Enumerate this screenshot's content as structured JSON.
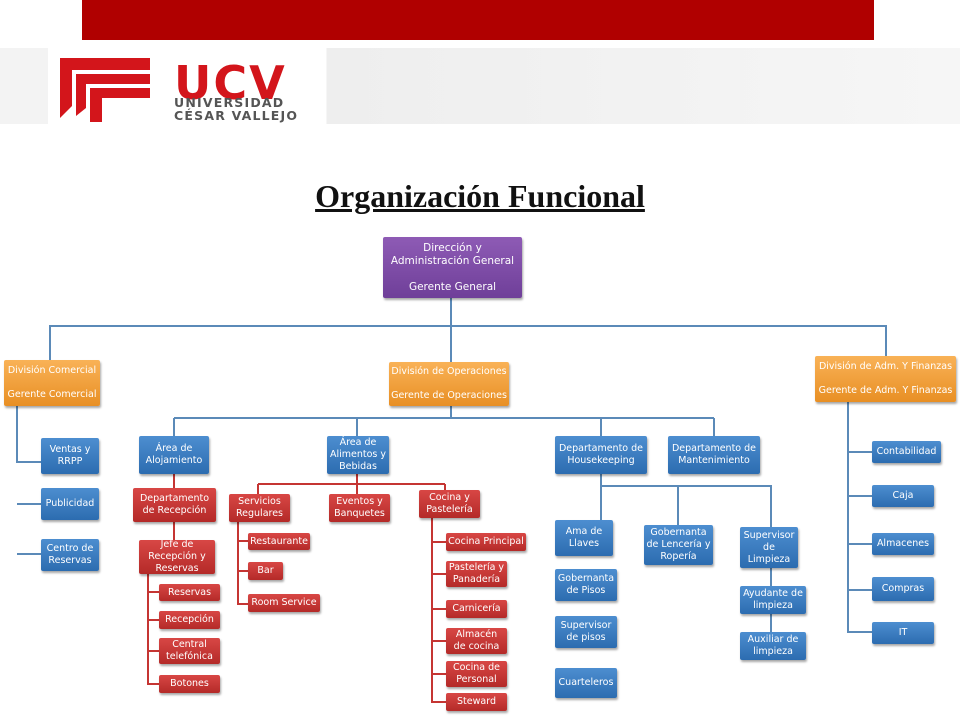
{
  "header": {
    "logo_ucv": "UCV",
    "logo_universidad": "UNIVERSIDAD",
    "logo_cesar_vallejo": "CÉSAR VALLEJO",
    "title": "Organización Funcional"
  },
  "colors": {
    "banner": "#b00000",
    "logo_red": "#d3151b",
    "purple": "#7a4aa6",
    "orange": "#f29f3c",
    "blue": "#3a7cc0",
    "red": "#c53533",
    "connector": "#5b8ab8"
  },
  "org": {
    "direccion": "Dirección y\nAdministración General\n\nGerente General",
    "div_comercial": "División Comercial\n\nGerente Comercial",
    "div_operaciones": "División de Operaciones\n\nGerente de Operaciones",
    "div_finanzas": "División de Adm. Y Finanzas\n\nGerente de Adm. Y Finanzas",
    "ventas": "Ventas y\nRRPP",
    "publicidad": "Publicidad",
    "centro_reservas": "Centro de\nReservas",
    "area_alojamiento": "Área de\nAlojamiento",
    "area_alimentos": "Área de\nAlimentos y\nBebidas",
    "dep_housekeeping": "Departamento de\nHousekeeping",
    "dep_mantenimiento": "Departamento de\nMantenimiento",
    "dep_recepcion": "Departamento\nde Recepción",
    "jefe_recepcion": "Jefe de\nRecepción y\nReservas",
    "reservas": "Reservas",
    "recepcion": "Recepción",
    "central": "Central\ntelefónica",
    "botones": "Botones",
    "servicios_regulares": "Servicios\nRegulares",
    "restaurante": "Restaurante",
    "bar": "Bar",
    "room_service": "Room Service",
    "eventos": "Eventos y\nBanquetes",
    "cocina": "Cocina y\nPastelería",
    "cocina_principal": "Cocina Principal",
    "pasteleria": "Pastelería y\nPanadería",
    "carniceria": "Carnicería",
    "almacen_cocina": "Almacén\nde cocina",
    "cocina_personal": "Cocina de\nPersonal",
    "steward": "Steward",
    "ama_llaves": "Ama de\nLlaves",
    "gobernanta_lenceria": "Gobernanta\nde Lencería y\nRopería",
    "supervisor_limpieza": "Supervisor\nde\nLimpieza",
    "gobernanta_pisos": "Gobernanta\nde Pisos",
    "supervisor_pisos": "Supervisor\nde pisos",
    "cuarteleros": "Cuarteleros",
    "ayudante": "Ayudante de\nlimpieza",
    "auxiliar": "Auxiliar de\nlimpieza",
    "contabilidad": "Contabilidad",
    "caja": "Caja",
    "almacenes": "Almacenes",
    "compras": "Compras",
    "it": "IT"
  }
}
